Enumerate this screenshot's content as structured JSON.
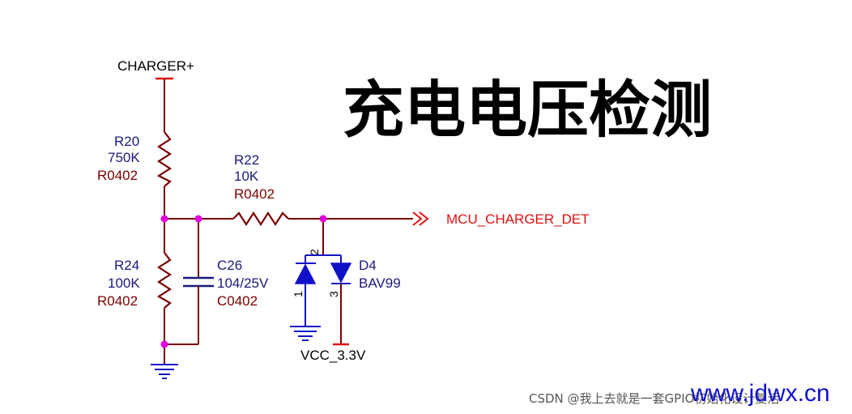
{
  "title": "充电电压检测",
  "power_label": "CHARGER+",
  "net_label": "MCU_CHARGER_DET",
  "vcc_label": "VCC_3.3V",
  "components": {
    "r20": {
      "ref": "R20",
      "value": "750K",
      "footprint": "R0402"
    },
    "r22": {
      "ref": "R22",
      "value": "10K",
      "footprint": "R0402"
    },
    "r24": {
      "ref": "R24",
      "value": "100K",
      "footprint": "R0402"
    },
    "c26": {
      "ref": "C26",
      "value": "104/25V",
      "footprint": "C0402"
    },
    "d4": {
      "ref": "D4",
      "value": "BAV99",
      "pins": [
        "2",
        "1",
        "3"
      ]
    }
  },
  "watermark": "CSDN @我上去就是一套GPIO初始化设计复活",
  "site": "www.jdwx.cn",
  "colors": {
    "wire": "#7a0000",
    "junction": "#e000e0",
    "diode": "#1010c8",
    "net_label": "#e01010",
    "site": "#1010d0"
  }
}
